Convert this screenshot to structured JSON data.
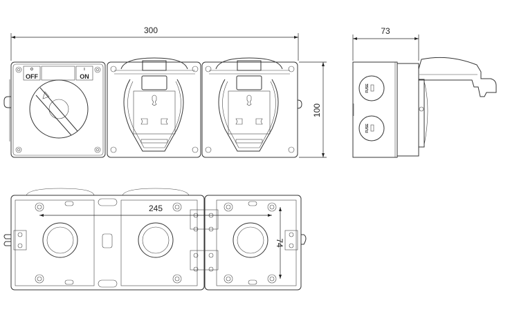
{
  "drawing": {
    "front_view": {
      "width_dimension": "300",
      "height_dimension": "100",
      "switch_labels": {
        "off": "OFF",
        "on": "ON",
        "off_symbol": "O",
        "on_symbol": "I"
      }
    },
    "side_view": {
      "depth_dimension": "73",
      "fuse_label": "FUSE"
    },
    "rear_view": {
      "hole_spacing_horizontal": "245",
      "hole_spacing_vertical": "74"
    }
  }
}
